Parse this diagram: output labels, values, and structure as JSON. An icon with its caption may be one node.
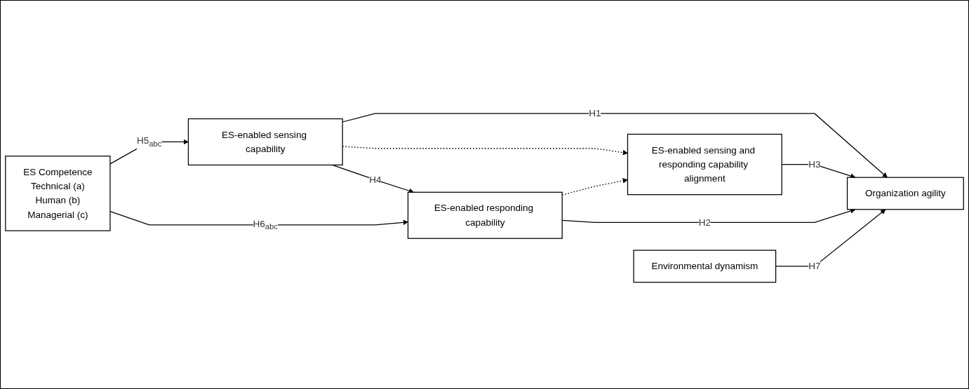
{
  "diagram": {
    "nodes": [
      {
        "text": [
          "ES Competence",
          "Technical (a)",
          "Human (b)",
          "Managerial (c)"
        ]
      },
      {
        "text": [
          "ES-enabled sensing capability"
        ]
      },
      {
        "text": [
          "ES-enabled responding capability"
        ]
      },
      {
        "text": [
          "ES-enabled sensing and responding capability alignment"
        ]
      },
      {
        "text": [
          "Organization agility"
        ]
      },
      {
        "text": [
          "Environmental dynamism"
        ]
      }
    ],
    "edges": [
      {
        "from": 0,
        "to": 1,
        "arrow": "to",
        "label": "H5$_{abc}$"
      },
      {
        "from": 1,
        "to": 4,
        "arrow": "to",
        "label": "H1"
      },
      {
        "from": 1,
        "to": 3,
        "arrow": "to",
        "style": "dashed"
      },
      {
        "from": 1,
        "to": 2,
        "arrow": "to",
        "label": "H4"
      },
      {
        "from": 3,
        "to": 4,
        "arrow": "to",
        "label": "H3"
      },
      {
        "from": 2,
        "to": 3,
        "arrow": "to",
        "style": "dashed"
      },
      {
        "from": 0,
        "to": 2,
        "arrow": "to",
        "label": "H6$_{abc}$"
      },
      {
        "from": 2,
        "to": 4,
        "arrow": "to",
        "label": "H2"
      },
      {
        "from": 5,
        "to": 4,
        "arrow": "to",
        "label": "H7"
      }
    ]
  }
}
